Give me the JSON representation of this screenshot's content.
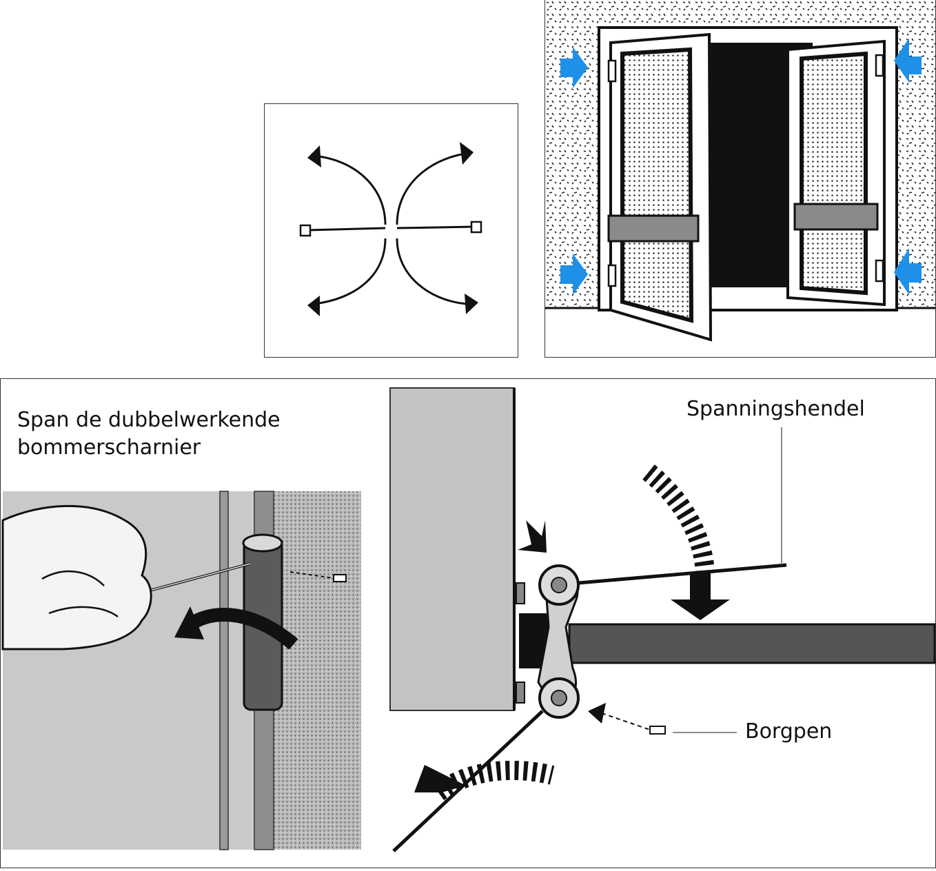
{
  "hinge_panel": {
    "caption_line1": "Span de dubbelwerkende",
    "caption_line2": "bommerscharnier",
    "label_lever": "Spanningshendel",
    "label_pin": "Borgpen"
  },
  "colors": {
    "arrow_blue": "#1E90E8",
    "ink": "#111111",
    "wall_grey": "#b9b9b9",
    "door_grey": "#c9c9c9"
  },
  "icons": {
    "swing_arrows": "double-swing-arrows-icon",
    "wedge": "wooden-wedge-icon",
    "blue_arrow": "blue-arrow-icon"
  }
}
